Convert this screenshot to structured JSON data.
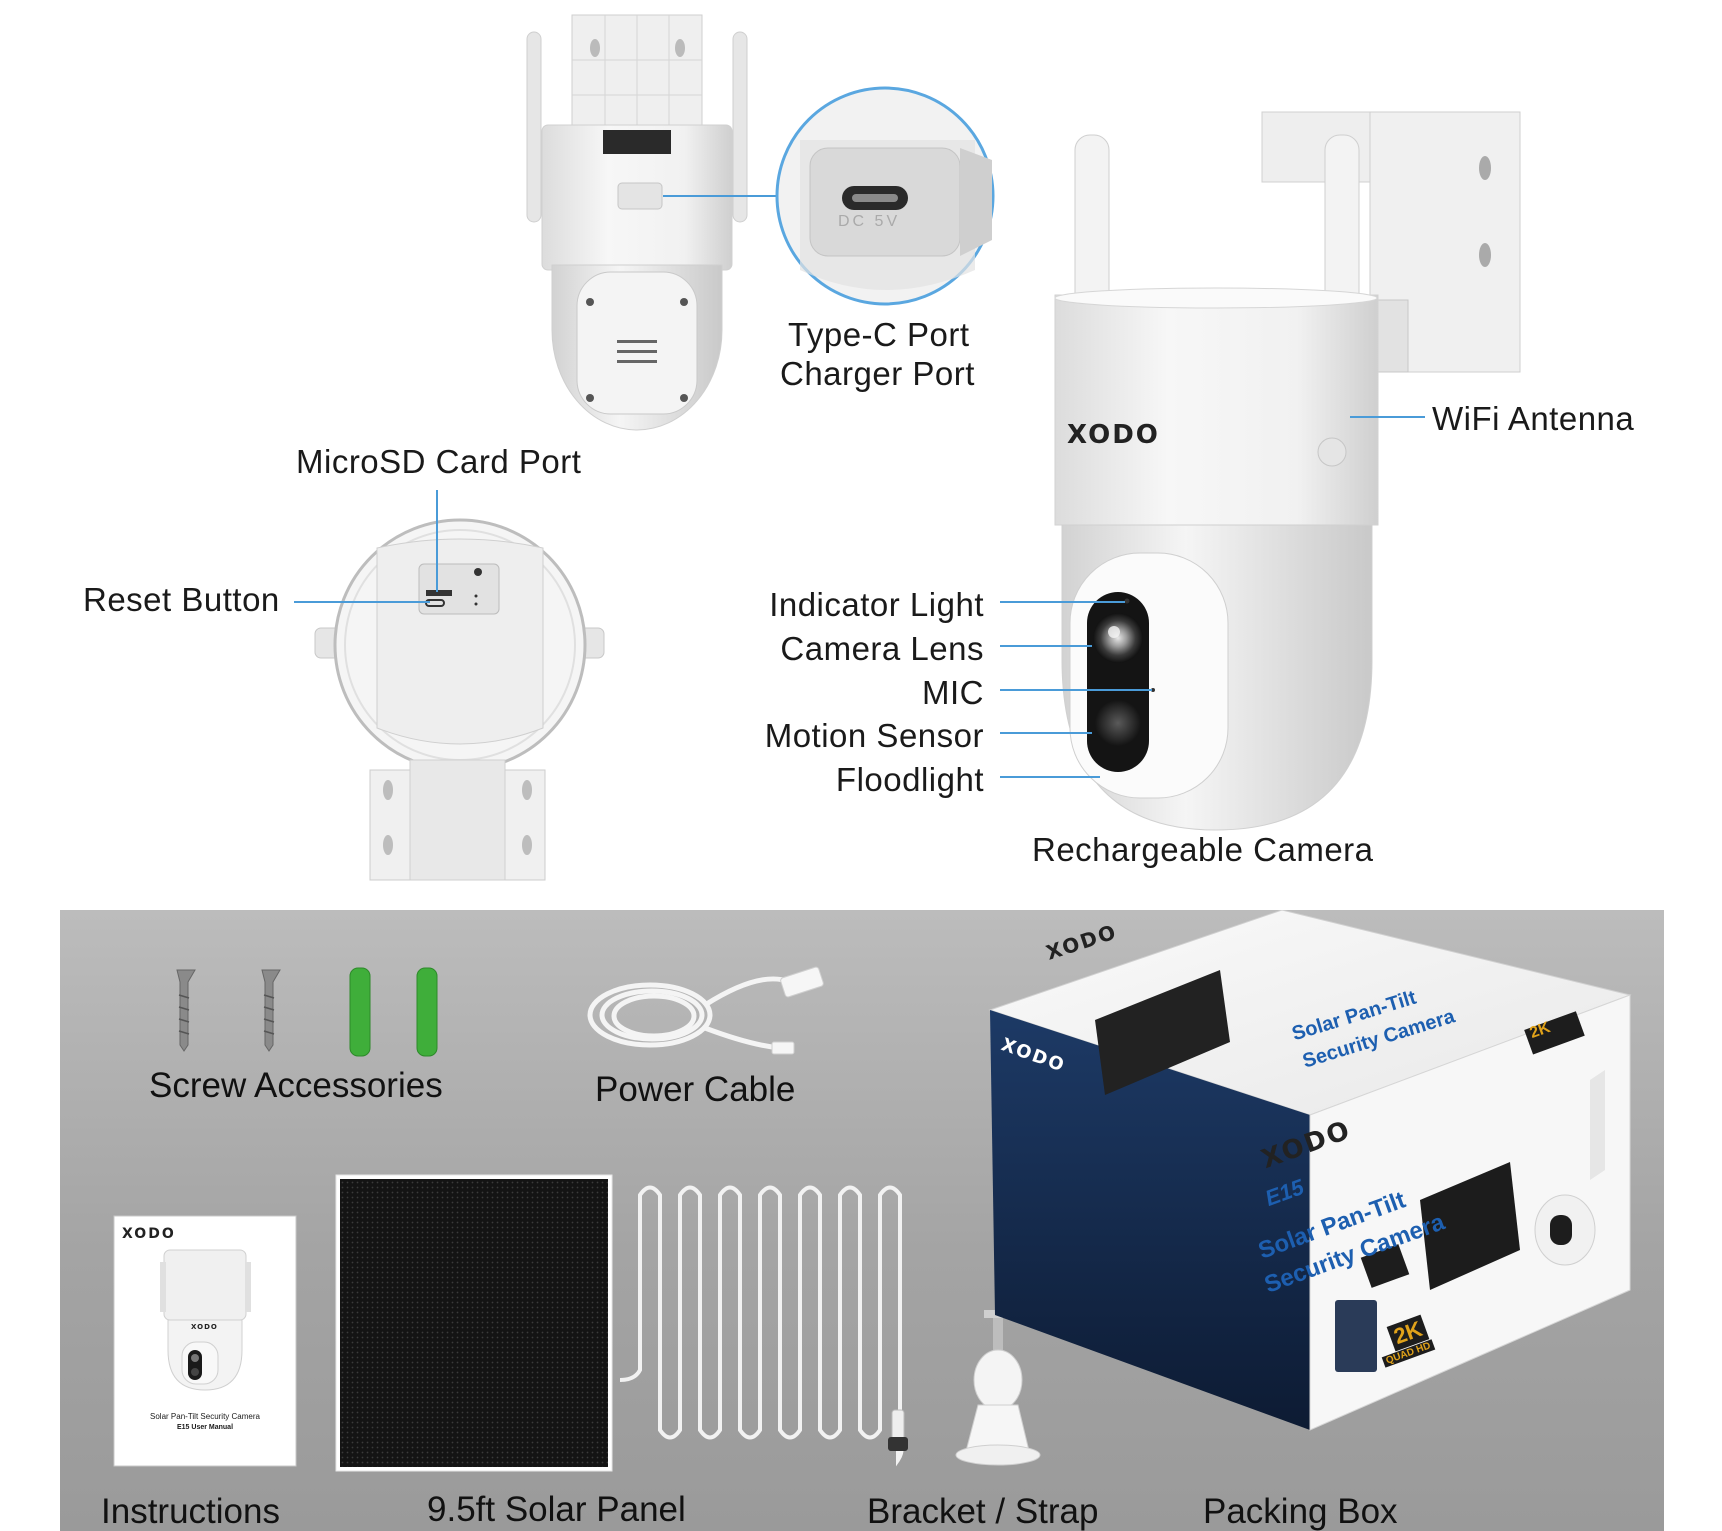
{
  "callouts": {
    "type_c_port": "Type-C Port",
    "charger_port": "Charger Port",
    "dc_marking": "DC  5V",
    "microsd_port": "MicroSD Card Port",
    "reset_button": "Reset Button",
    "wifi_antenna": "WiFi Antenna",
    "indicator_light": "Indicator Light",
    "camera_lens": "Camera Lens",
    "mic": "MIC",
    "motion_sensor": "Motion Sensor",
    "floodlight": "Floodlight",
    "rechargeable_camera": "Rechargeable Camera"
  },
  "brand": {
    "logo": "XODO",
    "model": "E15",
    "product_line1": "Solar Pan-Tilt",
    "product_line2": "Security Camera",
    "badge_2k": "2K",
    "badge_quad_hd": "QUAD HD",
    "manual_title": "Solar Pan-Tilt Security Camera",
    "manual_subtitle": "E15 User Manual"
  },
  "accessories": {
    "screws": "Screw Accessories",
    "power_cable": "Power Cable",
    "instructions": "Instructions",
    "solar_panel": "9.5ft Solar Panel",
    "bracket": "Bracket / Strap",
    "packing_box": "Packing Box"
  },
  "colors": {
    "leader_line": "#4a9bd8",
    "camera_body": "#f3f3f3",
    "panel_bg": "#a8a8a8",
    "solar_cell": "#1c1c1c",
    "anchor_green": "#3fae3a",
    "box_blue": "#1d5fb0"
  }
}
